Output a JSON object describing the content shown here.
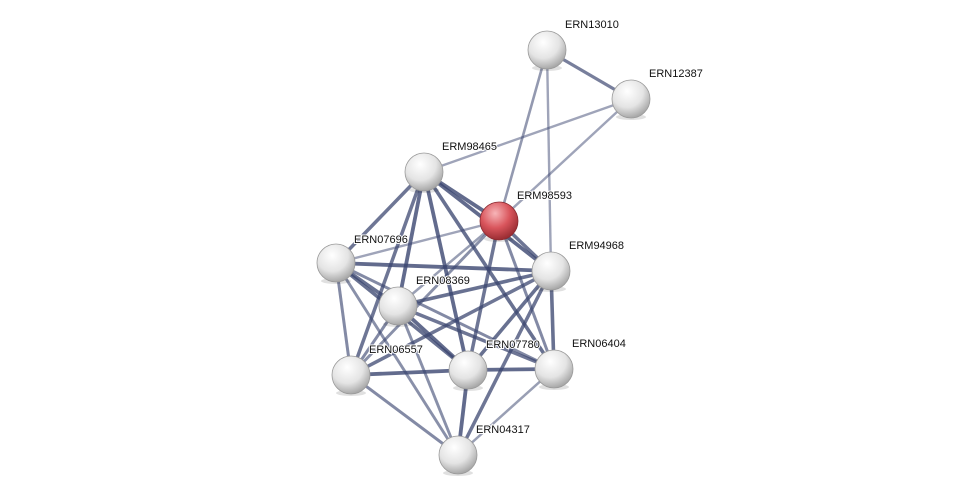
{
  "network": {
    "query_node": "ERM98593",
    "colors": {
      "query": "#d9555c",
      "node": "#e6e6e6",
      "edge": "#3b4670"
    },
    "nodes": [
      {
        "id": "ERN13010"
      },
      {
        "id": "ERN12387"
      },
      {
        "id": "ERM98465"
      },
      {
        "id": "ERM98593"
      },
      {
        "id": "ERN07696"
      },
      {
        "id": "ERM94968"
      },
      {
        "id": "ERN08369"
      },
      {
        "id": "ERN06557"
      },
      {
        "id": "ERN07780"
      },
      {
        "id": "ERN06404"
      },
      {
        "id": "ERN04317"
      }
    ],
    "edges": [
      [
        "ERN13010",
        "ERN12387",
        0.7
      ],
      [
        "ERN13010",
        "ERM98593",
        0.45
      ],
      [
        "ERN13010",
        "ERM94968",
        0.35
      ],
      [
        "ERN12387",
        "ERM98465",
        0.35
      ],
      [
        "ERN12387",
        "ERM98593",
        0.35
      ],
      [
        "ERM98465",
        "ERM98593",
        0.9
      ],
      [
        "ERM98465",
        "ERN07696",
        0.8
      ],
      [
        "ERM98465",
        "ERN08369",
        0.9
      ],
      [
        "ERM98465",
        "ERN06557",
        0.8
      ],
      [
        "ERM98465",
        "ERN07780",
        0.9
      ],
      [
        "ERM98465",
        "ERM94968",
        0.9
      ],
      [
        "ERM98465",
        "ERN06404",
        0.85
      ],
      [
        "ERM98593",
        "ERN07696",
        0.35
      ],
      [
        "ERM98593",
        "ERM94968",
        0.8
      ],
      [
        "ERM98593",
        "ERN08369",
        0.4
      ],
      [
        "ERM98593",
        "ERN07780",
        0.8
      ],
      [
        "ERM98593",
        "ERN06404",
        0.6
      ],
      [
        "ERM98593",
        "ERN06557",
        0.55
      ],
      [
        "ERN07696",
        "ERM94968",
        0.9
      ],
      [
        "ERN07696",
        "ERN08369",
        0.85
      ],
      [
        "ERN07696",
        "ERN06557",
        0.6
      ],
      [
        "ERN07696",
        "ERN07780",
        0.85
      ],
      [
        "ERN07696",
        "ERN06404",
        0.6
      ],
      [
        "ERN07696",
        "ERN04317",
        0.55
      ],
      [
        "ERM94968",
        "ERN08369",
        0.85
      ],
      [
        "ERM94968",
        "ERN06557",
        0.8
      ],
      [
        "ERM94968",
        "ERN07780",
        0.85
      ],
      [
        "ERM94968",
        "ERN06404",
        0.85
      ],
      [
        "ERM94968",
        "ERN04317",
        0.8
      ],
      [
        "ERN08369",
        "ERN06557",
        0.6
      ],
      [
        "ERN08369",
        "ERN07780",
        0.9
      ],
      [
        "ERN08369",
        "ERN06404",
        0.8
      ],
      [
        "ERN08369",
        "ERN04317",
        0.55
      ],
      [
        "ERN06557",
        "ERN07780",
        0.9
      ],
      [
        "ERN06557",
        "ERN04317",
        0.6
      ],
      [
        "ERN07780",
        "ERN06404",
        0.9
      ],
      [
        "ERN07780",
        "ERN04317",
        0.9
      ],
      [
        "ERN06404",
        "ERN04317",
        0.4
      ]
    ]
  }
}
